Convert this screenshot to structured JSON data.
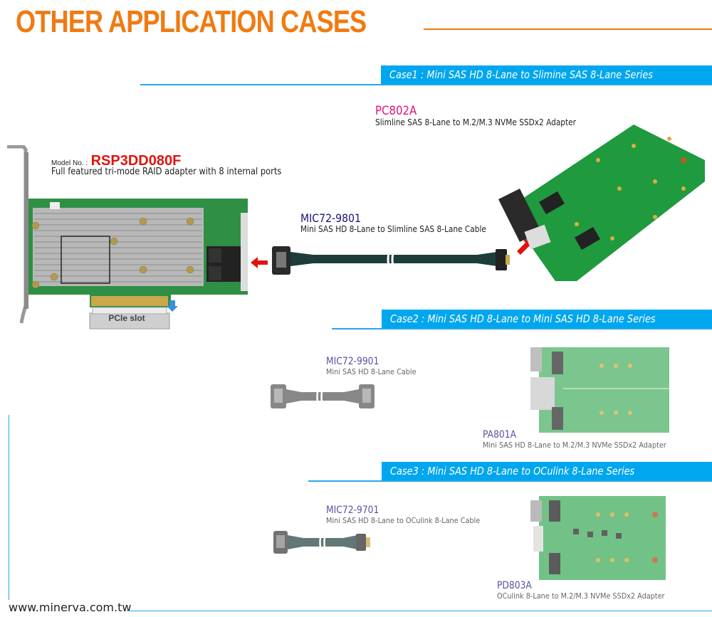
{
  "header": {
    "title": "OTHER APPLICATION CASES",
    "accent_color": "#f07b12",
    "case_bar_color": "#00a6ee"
  },
  "raid_card": {
    "model_prefix": "Model No. :",
    "model": "RSP3DD080F",
    "description": "Full featured tri-mode RAID adapter with 8 internal ports",
    "slot_label": "PCIe slot"
  },
  "cases": [
    {
      "title": "Case1 : Mini SAS HD 8-Lane to Slimine SAS 8-Lane Series",
      "cable": {
        "part": "MIC72-9801",
        "description": "Mini SAS HD 8-Lane to Slimline SAS 8-Lane Cable"
      },
      "adapter": {
        "part": "PC802A",
        "description": "Slimline SAS 8-Lane to M.2/M.3 NVMe SSDx2 Adapter"
      }
    },
    {
      "title": "Case2 : Mini SAS HD 8-Lane to Mini SAS HD 8-Lane Series",
      "cable": {
        "part": "MIC72-9901",
        "description": "Mini SAS HD 8-Lane Cable"
      },
      "adapter": {
        "part": "PA801A",
        "description": "Mini SAS HD 8-Lane to M.2/M.3 NVMe SSDx2 Adapter"
      }
    },
    {
      "title": "Case3 : Mini SAS HD 8-Lane to OCulink 8-Lane Series",
      "cable": {
        "part": "MIC72-9701",
        "description": "Mini SAS HD 8-Lane to OCulink 8-Lane Cable"
      },
      "adapter": {
        "part": "PD803A",
        "description": "OCulink 8-Lane to M.2/M.3 NVMe SSDx2 Adapter"
      }
    }
  ],
  "footer": {
    "url": "www.minerva.com.tw"
  }
}
